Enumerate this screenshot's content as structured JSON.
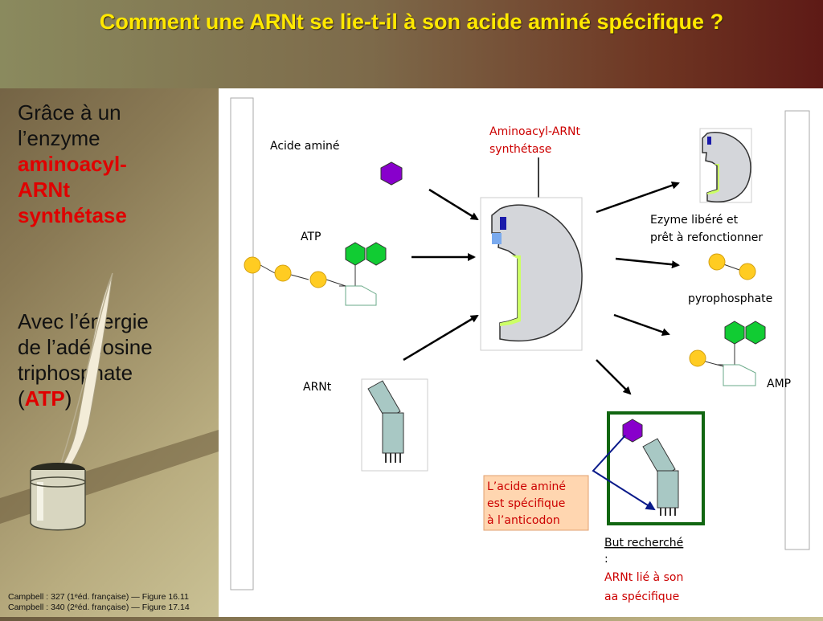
{
  "slide": {
    "title": "Comment une ARNt se lie-t-il à son acide aminé spécifique ?"
  },
  "left": {
    "line1": "Grâce à un",
    "line2": "l’enzyme",
    "enzyme_l1": "aminoacyl-",
    "enzyme_l2": "ARNt",
    "enzyme_l3": "synthétase",
    "energy_l1": "Avec l’énergie",
    "energy_l2": "de l’adénosine",
    "energy_l3": "triphosphate",
    "atp_open": "(",
    "atp": "ATP",
    "atp_close": ")"
  },
  "footer": {
    "ref1": "Campbell : 327  (1ᵉéd. française) — Figure 16.11",
    "ref2": "Campbell : 340  (2ᵉéd. française) — Figure 17.14"
  },
  "diagram": {
    "acide_amine": "Acide aminé",
    "atp": "ATP",
    "arnt": "ARNt",
    "enzyme_l1": "Aminoacyl-ARNt",
    "enzyme_l2": "synthétase",
    "freed_l1": "Ezyme libéré et",
    "freed_l2": "prêt à refonctionner",
    "pyrophosphate": "pyrophosphate",
    "amp": "AMP",
    "specific_l1": "L’acide aminé",
    "specific_l2": "est spécifique",
    "specific_l3": "à l’anticodon",
    "goal_l1": "But recherché",
    "goal_l2": ":",
    "goal_l3": "ARNt lié à son",
    "goal_l4": "aa spécifique",
    "colors": {
      "yellow_phosphate": "#ffcc22",
      "green_base": "#11cc33",
      "purple_amino": "#8800cc",
      "enzyme_gray": "#d4d6da",
      "trna_teal": "#a8c8c4",
      "label_red": "#cc0000",
      "box_green": "#116611",
      "note_bg": "#ffd6b0",
      "arrow_navy": "#0a1a8a"
    }
  }
}
